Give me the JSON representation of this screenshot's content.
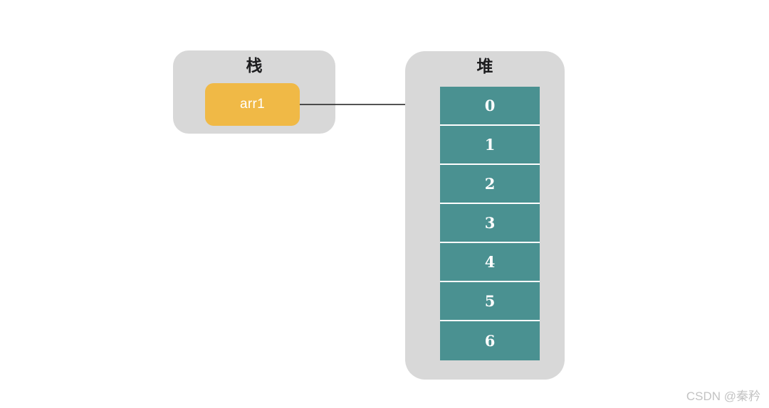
{
  "diagram": {
    "stack": {
      "title": "栈",
      "variable": "arr1"
    },
    "heap": {
      "title": "堆",
      "cells": [
        "0",
        "1",
        "2",
        "3",
        "4",
        "5",
        "6"
      ]
    },
    "watermark": "CSDN @秦矜",
    "colors": {
      "background": "#ffffff",
      "box_gray": "#d8d8d8",
      "cell_teal": "#4a9191",
      "var_orange": "#f0b946",
      "arrow": "#1c1c1c",
      "cell_text": "#ffffff"
    }
  }
}
